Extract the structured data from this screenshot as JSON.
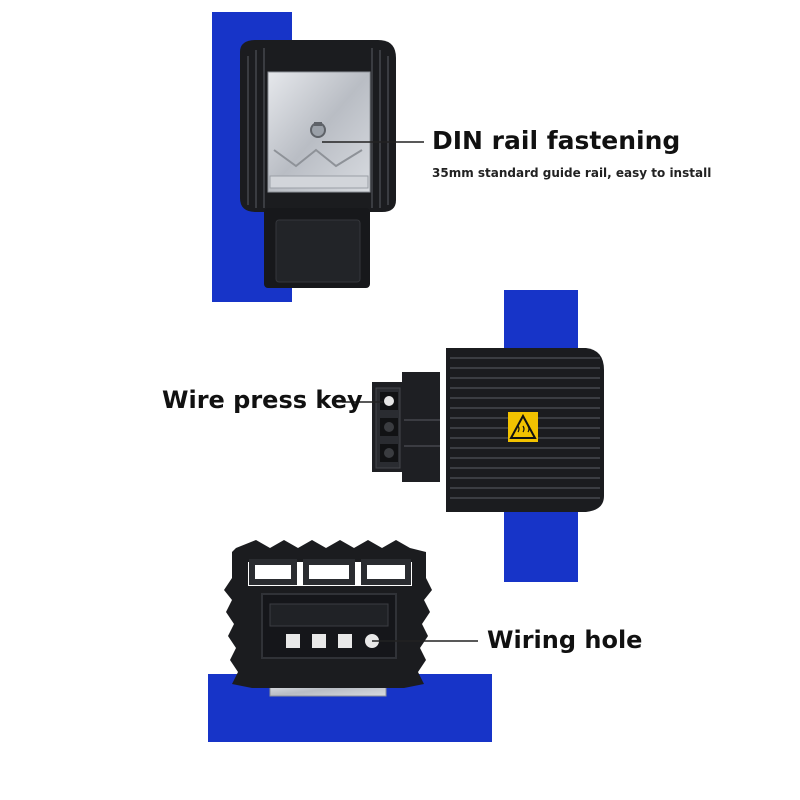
{
  "callouts": {
    "din_rail": {
      "title": "DIN rail fastening",
      "subtitle": "35mm standard guide rail, easy to install"
    },
    "wire_press_key": {
      "title": "Wire press key"
    },
    "wiring_hole": {
      "title": "Wiring hole"
    }
  },
  "colors": {
    "rail_blue": "#1734c8",
    "housing_black": "#1b1c1f",
    "metal_silver": "#c9ccd1",
    "warning_yellow": "#f2c200"
  },
  "icons": [
    "high-temperature-warning-icon"
  ]
}
